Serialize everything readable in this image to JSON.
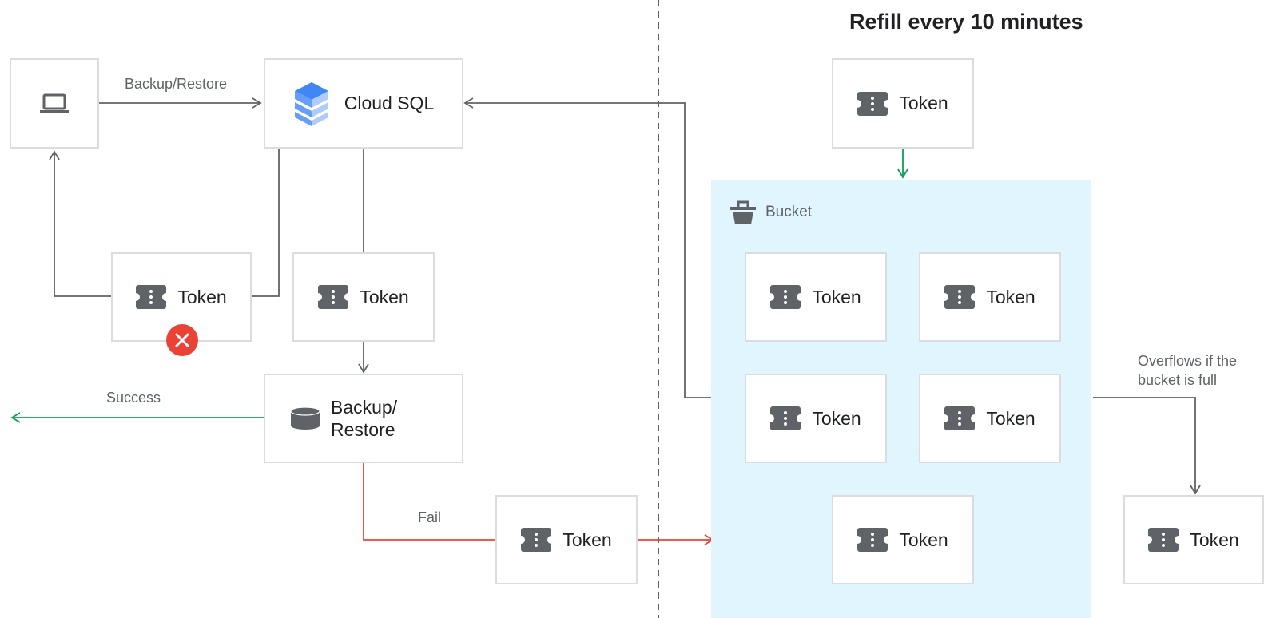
{
  "title": "Refill every 10 minutes",
  "cloud_sql": {
    "label": "Cloud SQL"
  },
  "backup_restore_node": {
    "line1": "Backup/",
    "line2": "Restore"
  },
  "bucket": {
    "label": "Bucket"
  },
  "edges": {
    "backup_restore": "Backup/Restore",
    "success": "Success",
    "fail": "Fail",
    "overflow_line1": "Overflows if the",
    "overflow_line2": "bucket is full"
  },
  "tokens": {
    "refill": "Token",
    "rejected": "Token",
    "consumed": "Token",
    "fail_returned": "Token",
    "bucket_1": "Token",
    "bucket_2": "Token",
    "bucket_3": "Token",
    "bucket_4": "Token",
    "bucket_5": "Token",
    "overflow": "Token"
  },
  "colors": {
    "line": "#5f6368",
    "success": "#0f9d58",
    "fail": "#ea4335",
    "bucket_fill": "#e1f5fe",
    "box_border": "#dadce0",
    "icon": "#5f6368",
    "error_badge": "#ea4335",
    "cloud_sql_blue": "#4285f4"
  }
}
